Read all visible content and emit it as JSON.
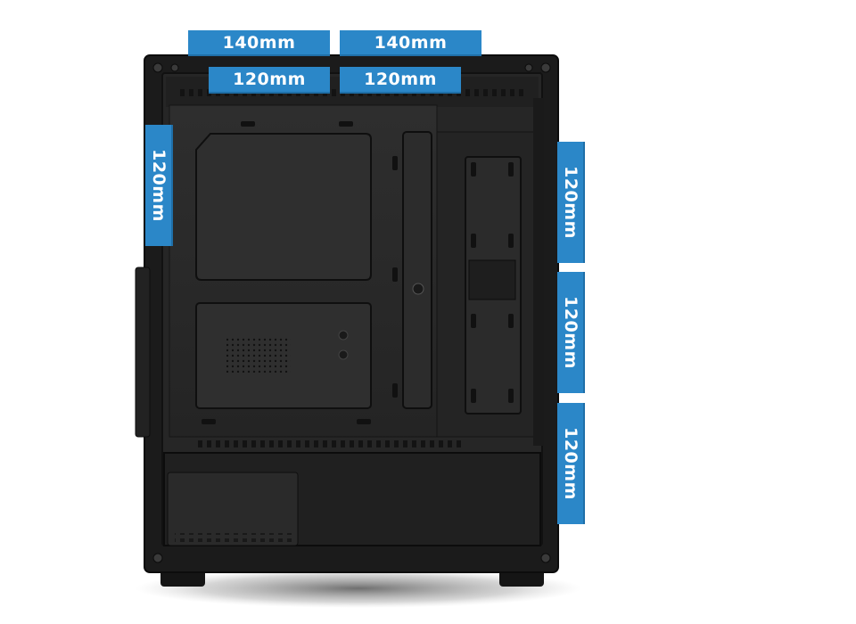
{
  "labels": {
    "top_outer_left": "140mm",
    "top_outer_right": "140mm",
    "top_inner_left": "120mm",
    "top_inner_right": "120mm",
    "rear": "120mm",
    "front_1": "120mm",
    "front_2": "120mm",
    "front_3": "120mm"
  },
  "colors": {
    "label_bg": "#2b87c8",
    "label_text": "#ffffff",
    "case_body": "#1c1c1c",
    "case_panel": "#2a2a2a"
  }
}
